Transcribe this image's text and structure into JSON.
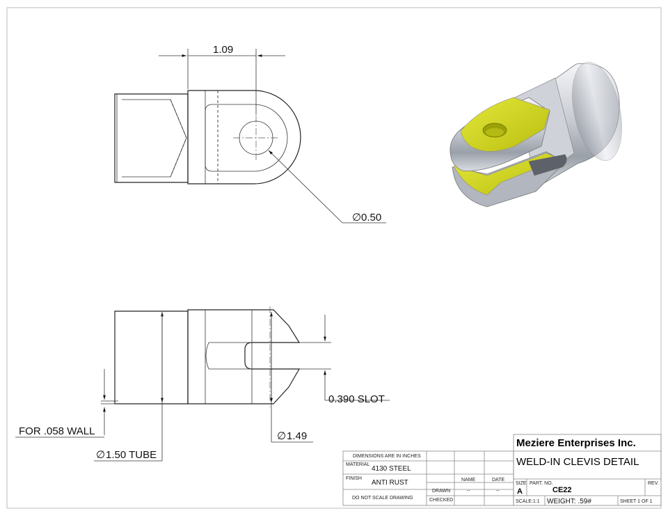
{
  "dimensions": {
    "top_width": "1.09",
    "hole_dia": "0.50",
    "slot": "0.390 SLOT",
    "wall": "FOR .058 WALL",
    "tube": "1.50 TUBE",
    "outer_dia": "1.49",
    "dia_symbol": "∅"
  },
  "colors": {
    "part_yellow": "#d6dc1c",
    "steel_light": "#e8eaee",
    "steel_dark": "#8a8f98"
  },
  "title_block": {
    "company": "Meziere Enterprises Inc.",
    "title": "WELD-IN CLEVIS DETAIL",
    "dimensions_note": "DIMENSIONS ARE IN INCHES",
    "material_label": "MATERIAL",
    "material_value": "4130 STEEL",
    "finish_label": "FINISH",
    "finish_value": "ANTI RUST",
    "do_not_scale": "DO NOT SCALE DRAWING",
    "name_header": "NAME",
    "date_header": "DATE",
    "drawn_label": "DRAWN",
    "drawn_name": "--",
    "drawn_date": "--",
    "checked_label": "CHECKED",
    "size_label": "SIZE",
    "size_value": "A",
    "part_no_label": "PART. NO.",
    "part_no_value": "CE22",
    "rev_label": "REV.",
    "scale": "SCALE:1:1",
    "weight": "WEIGHT: .59#",
    "sheet": "SHEET 1 OF 1"
  }
}
